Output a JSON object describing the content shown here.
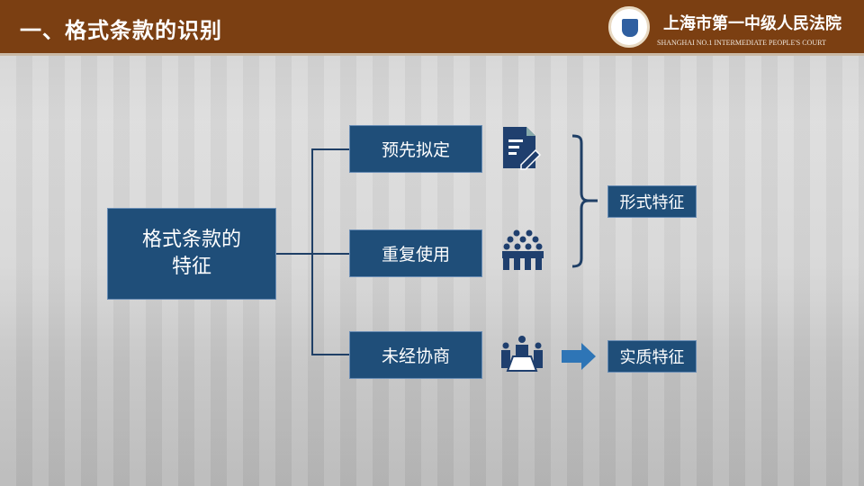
{
  "header": {
    "title": "一、格式条款的识别",
    "court_name": "上海市第一中级人民法院",
    "court_name_en": "SHANGHAI NO.1 INTERMEDIATE PEOPLE'S COURT"
  },
  "diagram": {
    "root": "格式条款的\n特征",
    "root_line1": "格式条款的",
    "root_line2": "特征",
    "items": [
      {
        "label": "预先拟定",
        "icon": "document-pen-icon"
      },
      {
        "label": "重复使用",
        "icon": "crowd-icon"
      },
      {
        "label": "未经协商",
        "icon": "meeting-icon"
      }
    ],
    "formal": "形式特征",
    "substantive": "实质特征"
  },
  "colors": {
    "header": "#7b3f12",
    "box": "#1f4e79",
    "arrow": "#2e75b6"
  }
}
